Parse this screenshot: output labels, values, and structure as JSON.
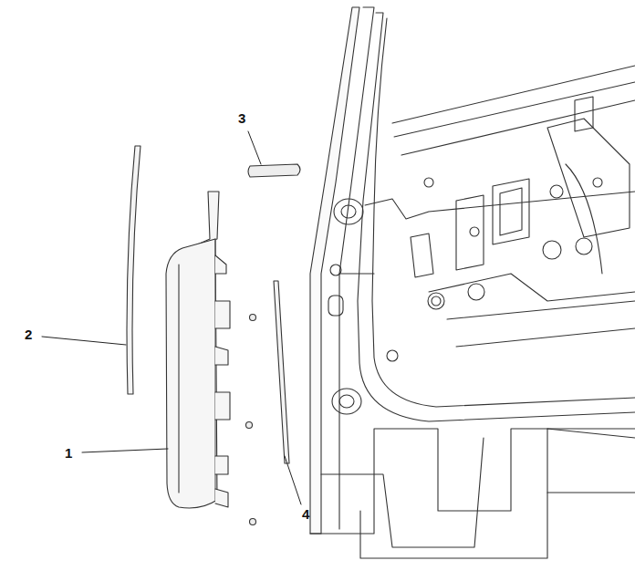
{
  "diagram": {
    "labels": [
      "3",
      "2",
      "1",
      "4"
    ]
  }
}
